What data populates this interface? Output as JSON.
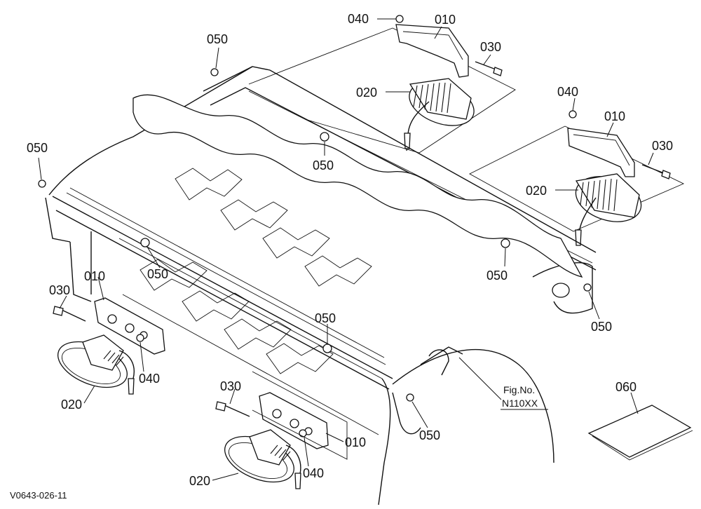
{
  "diagram": {
    "figure_no_label": "Fig.No.",
    "figure_no_value": "N110XX",
    "drawing_code": "V0643-026-11",
    "callouts": [
      {
        "id": "c040a",
        "text": "040"
      },
      {
        "id": "c010a",
        "text": "010"
      },
      {
        "id": "c030a",
        "text": "030"
      },
      {
        "id": "c020a",
        "text": "020"
      },
      {
        "id": "c050a",
        "text": "050"
      },
      {
        "id": "c040b",
        "text": "040"
      },
      {
        "id": "c010b",
        "text": "010"
      },
      {
        "id": "c030b",
        "text": "030"
      },
      {
        "id": "c020b",
        "text": "020"
      },
      {
        "id": "c050b",
        "text": "050"
      },
      {
        "id": "c050c",
        "text": "050"
      },
      {
        "id": "c010c",
        "text": "010"
      },
      {
        "id": "c050d",
        "text": "050"
      },
      {
        "id": "c030c",
        "text": "030"
      },
      {
        "id": "c040c",
        "text": "040"
      },
      {
        "id": "c020c",
        "text": "020"
      },
      {
        "id": "c050e",
        "text": "050"
      },
      {
        "id": "c050f",
        "text": "050"
      },
      {
        "id": "c050g",
        "text": "050"
      },
      {
        "id": "c030d",
        "text": "030"
      },
      {
        "id": "c010d",
        "text": "010"
      },
      {
        "id": "c040d",
        "text": "040"
      },
      {
        "id": "c020d",
        "text": "020"
      },
      {
        "id": "c050h",
        "text": "050"
      },
      {
        "id": "c060",
        "text": "060"
      }
    ]
  }
}
